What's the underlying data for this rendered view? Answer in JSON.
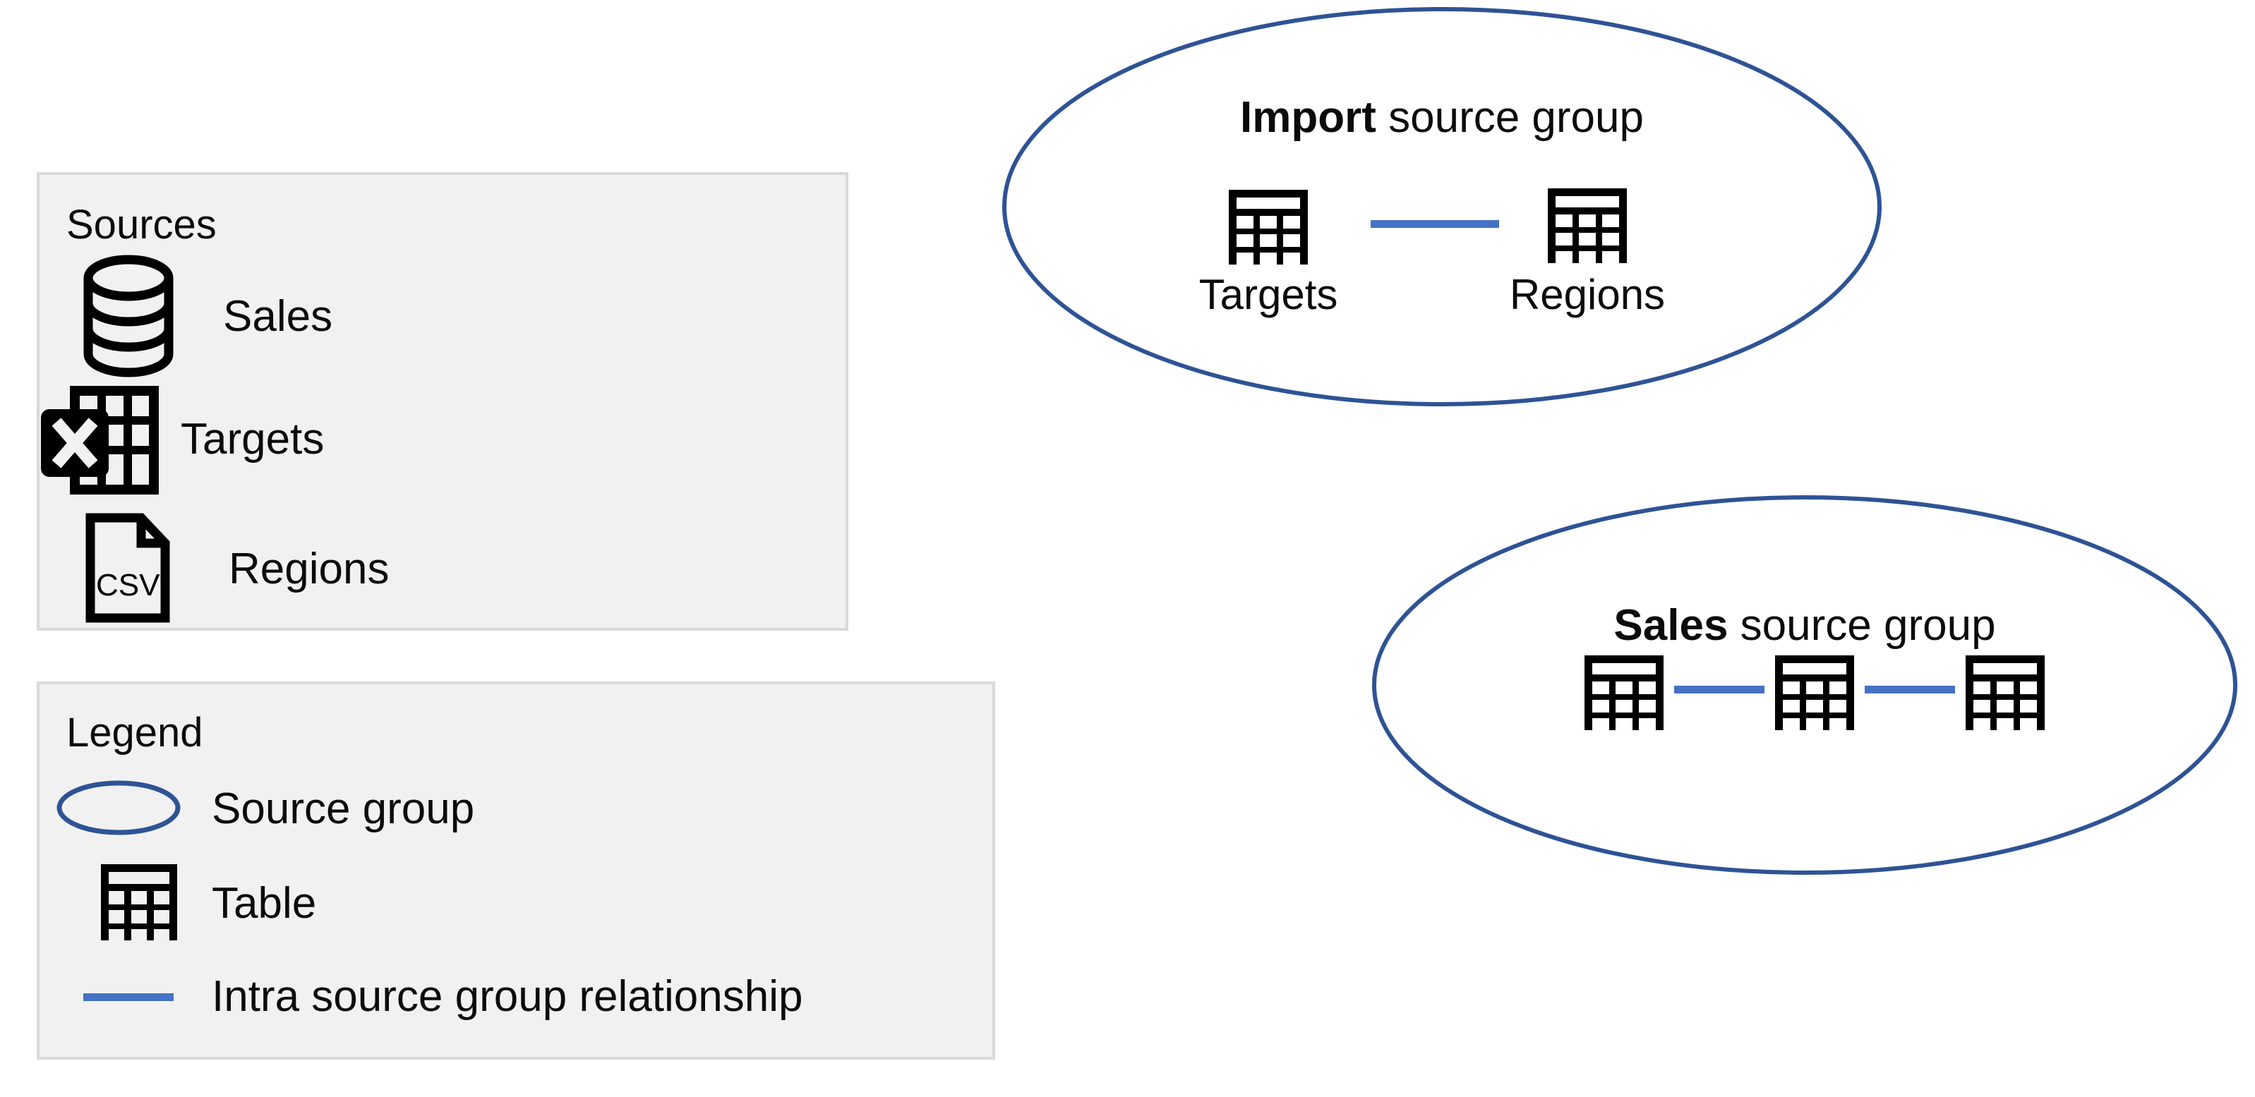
{
  "colors": {
    "ellipse_stroke": "#2E5395",
    "relationship_line": "#4472C4",
    "panel_background": "#F1F1F1",
    "panel_border": "#D9D9D9",
    "icon": "#000000",
    "canvas": "#FFFFFF"
  },
  "sources_panel": {
    "title": "Sources",
    "items": [
      {
        "icon": "database-icon",
        "label": "Sales"
      },
      {
        "icon": "excel-spreadsheet-icon",
        "label": "Targets"
      },
      {
        "icon": "csv-file-icon",
        "label": "Regions"
      }
    ]
  },
  "legend_panel": {
    "title": "Legend",
    "items": [
      {
        "icon": "ellipse-icon",
        "label": "Source group"
      },
      {
        "icon": "table-icon",
        "label": "Table"
      },
      {
        "icon": "line-icon",
        "label": "Intra source group relationship"
      }
    ]
  },
  "source_groups": [
    {
      "name": "import-source-group",
      "title_strong": "Import",
      "title_rest": " source group",
      "tables": [
        {
          "icon": "table-icon",
          "label": "Targets"
        },
        {
          "icon": "table-icon",
          "label": "Regions"
        }
      ],
      "relationships": 1
    },
    {
      "name": "sales-source-group",
      "title_strong": "Sales",
      "title_rest": " source group",
      "tables": [
        {
          "icon": "table-icon",
          "label": ""
        },
        {
          "icon": "table-icon",
          "label": ""
        },
        {
          "icon": "table-icon",
          "label": ""
        }
      ],
      "relationships": 2
    }
  ]
}
